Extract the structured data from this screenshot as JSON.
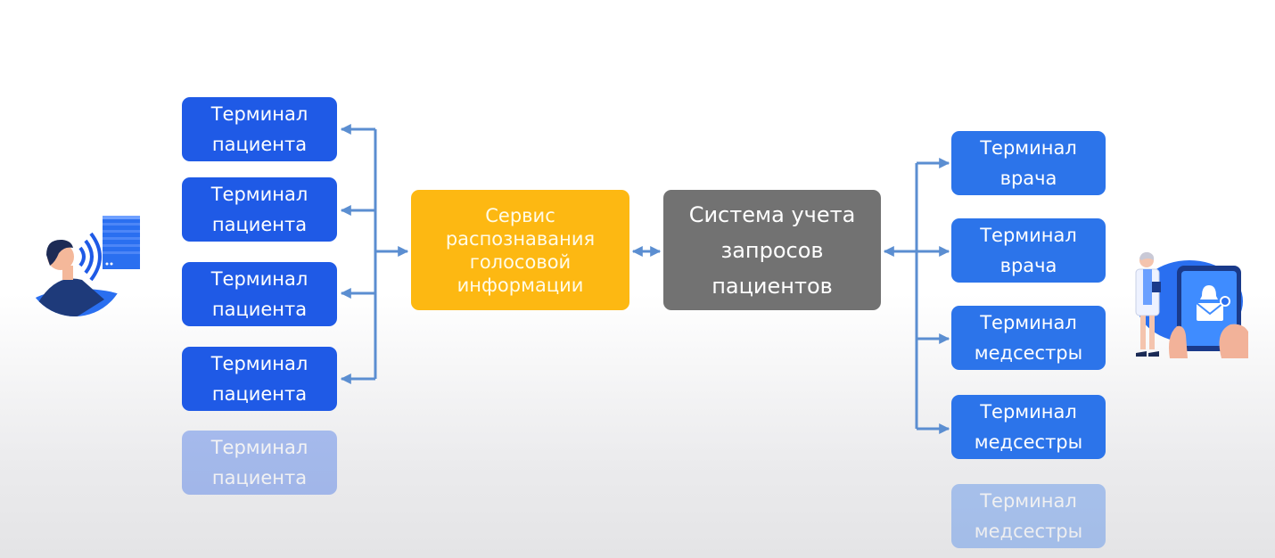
{
  "left_terminals": [
    {
      "line1": "Терминал",
      "line2": "пациента"
    },
    {
      "line1": "Терминал",
      "line2": "пациента"
    },
    {
      "line1": "Терминал",
      "line2": "пациента"
    },
    {
      "line1": "Терминал",
      "line2": "пациента"
    },
    {
      "line1": "Терминал",
      "line2": "пациента"
    }
  ],
  "voice_service": {
    "lines": [
      "Сервис",
      "распознавания",
      "голосовой",
      "информации"
    ]
  },
  "request_system": {
    "lines": [
      "Система учета",
      "запросов",
      "пациентов"
    ]
  },
  "right_terminals": [
    {
      "line1": "Терминал",
      "line2": "врача"
    },
    {
      "line1": "Терминал",
      "line2": "врача"
    },
    {
      "line1": "Терминал",
      "line2": "медсестры"
    },
    {
      "line1": "Терминал",
      "line2": "медсестры"
    },
    {
      "line1": "Терминал",
      "line2": "медсестры"
    }
  ],
  "colors": {
    "terminal_left": "#1f5ae6",
    "terminal_right": "#2c74ea",
    "service": "#fdb812",
    "system": "#727272",
    "connector": "#5b8ed1"
  }
}
